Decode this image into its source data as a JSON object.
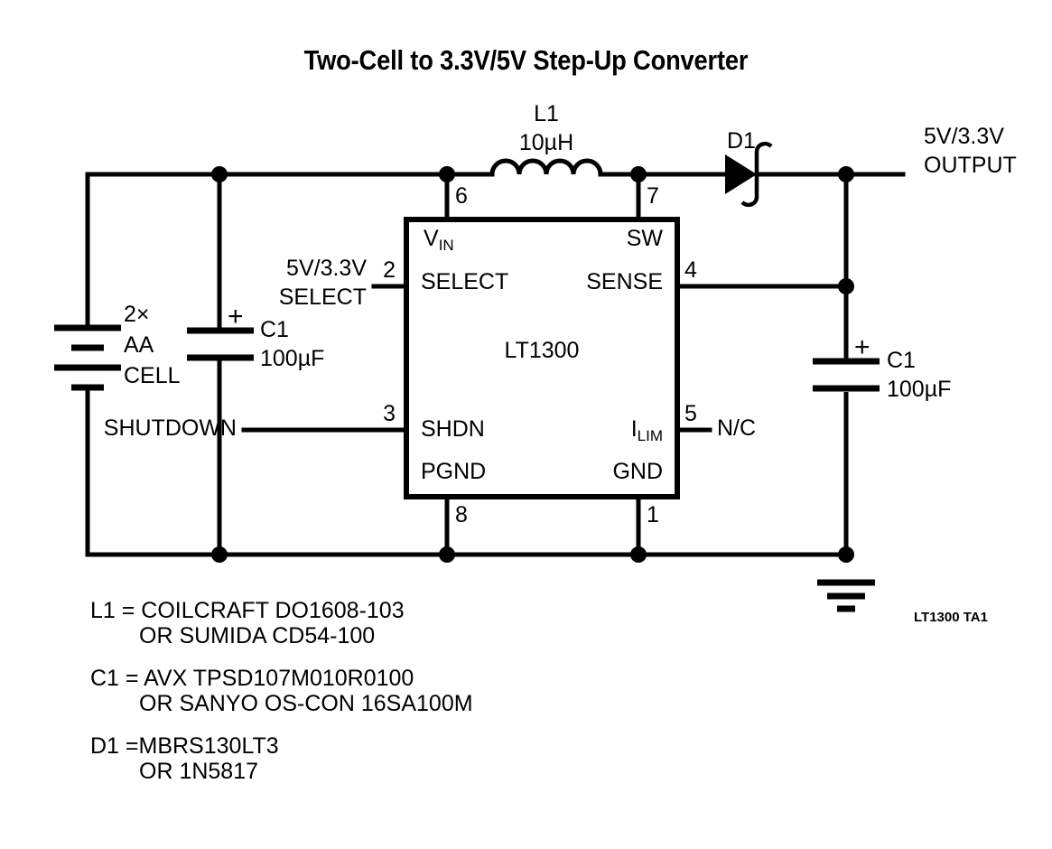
{
  "title": "Two-Cell to 3.3V/5V Step-Up Converter",
  "doc_code": "LT1300 TA1",
  "ic": {
    "name": "LT1300",
    "pins": {
      "vin": {
        "num": "6",
        "name_main": "V",
        "name_sub": "IN"
      },
      "select": {
        "num": "2",
        "name": "SELECT"
      },
      "shdn": {
        "num": "3",
        "name": "SHDN"
      },
      "pgnd": {
        "num": "8",
        "name": "PGND"
      },
      "sw": {
        "num": "7",
        "name": "SW"
      },
      "sense": {
        "num": "4",
        "name": "SENSE"
      },
      "ilim": {
        "num": "5",
        "name_main": "I",
        "name_sub": "LIM"
      },
      "gnd": {
        "num": "1",
        "name": "GND"
      }
    }
  },
  "labels": {
    "battery_line1": "2×",
    "battery_line2": "AA",
    "battery_line3": "CELL",
    "cap_in_plus": "+",
    "cap_in_ref": "C1",
    "cap_in_value": "100µF",
    "cap_out_plus": "+",
    "cap_out_ref": "C1",
    "cap_out_value": "100µF",
    "inductor_ref": "L1",
    "inductor_value": "10µH",
    "diode_ref": "D1",
    "select_input_line1": "5V/3.3V",
    "select_input_line2": "SELECT",
    "shutdown_input": "SHUTDOWN",
    "nc": "N/C",
    "output_line1": "5V/3.3V",
    "output_line2": "OUTPUT"
  },
  "notes": [
    {
      "line1": "L1 = COILCRAFT DO1608-103",
      "line2": "OR SUMIDA CD54-100"
    },
    {
      "line1": "C1 = AVX TPSD107M010R0100",
      "line2": "OR SANYO OS-CON 16SA100M"
    },
    {
      "line1": "D1 =MBRS130LT3",
      "line2": "OR 1N5817"
    }
  ],
  "colors": {
    "ink": "#000000",
    "background": "#ffffff"
  }
}
